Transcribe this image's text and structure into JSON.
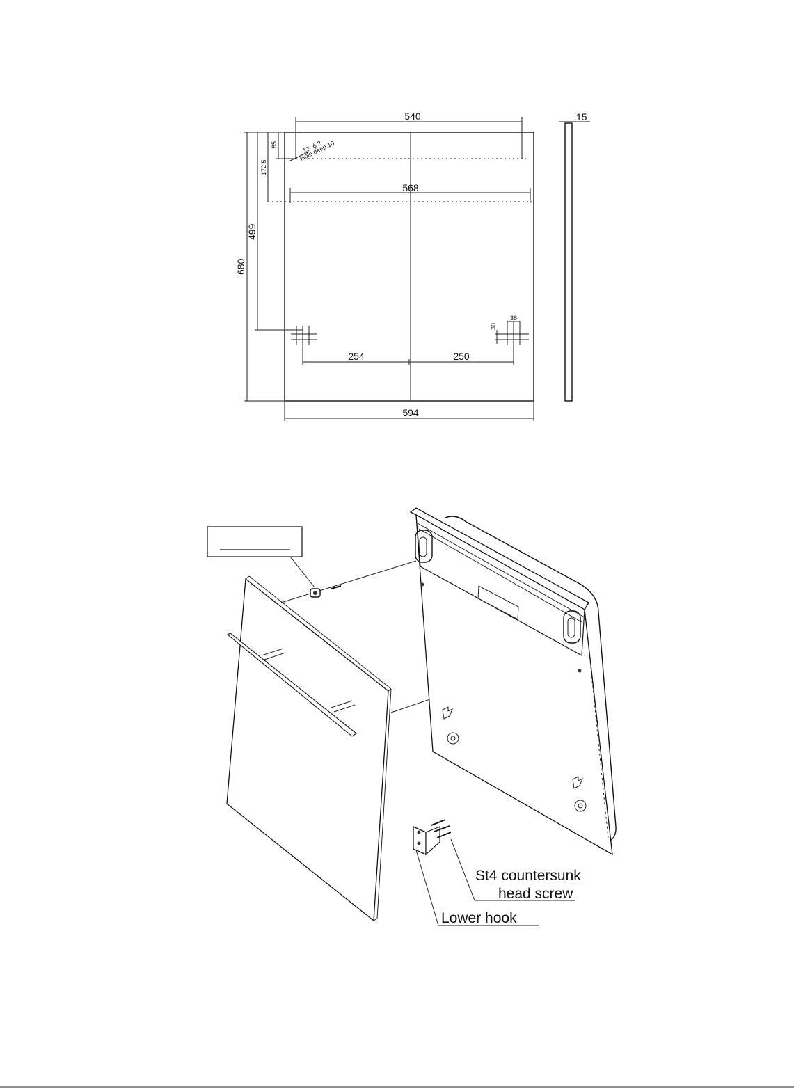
{
  "drawing": {
    "dimensions": {
      "top_hole_span": "540",
      "panel_thickness": "15",
      "hole_spec_line1": "12- ϕ 2",
      "hole_spec_line2": "Hole deep 10",
      "dim_65": "65",
      "dim_172_5": "172.5",
      "dim_568": "568",
      "dim_499": "499",
      "dim_680": "680",
      "dim_30": "30",
      "dim_38": "38",
      "dim_254": "254",
      "dim_250": "250",
      "dim_594": "594"
    }
  },
  "assembly": {
    "callout_box_text": "",
    "labels": {
      "screw_line1": "St4  countersunk",
      "screw_line2": "head screw",
      "lower_hook": "Lower hook"
    }
  }
}
